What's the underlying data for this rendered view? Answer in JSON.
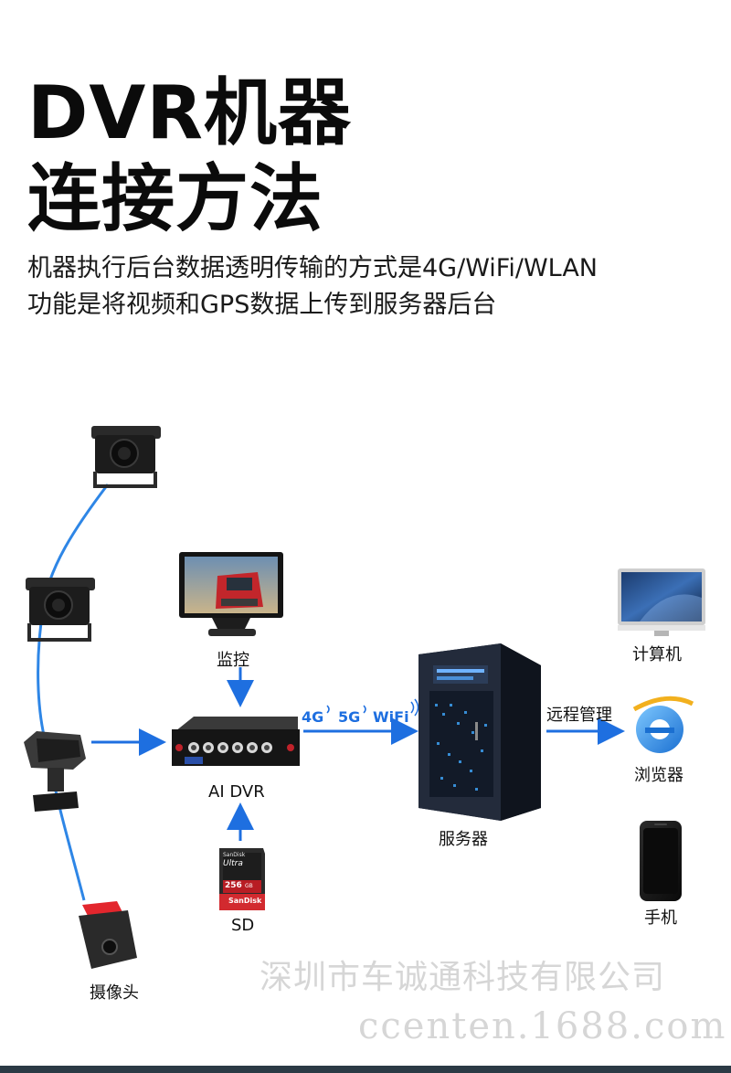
{
  "header": {
    "title_line1": "DVR机器",
    "title_line2": "连接方法",
    "subtitle_line1": "机器执行后台数据透明传输的方式是4G/WiFi/WLAN",
    "subtitle_line2": "功能是将视频和GPS数据上传到服务器后台"
  },
  "diagram": {
    "monitor_label": "监控",
    "dvr_label": "AI DVR",
    "sd_label": "SD",
    "server_label": "服务器",
    "remote_label": "远程管理",
    "computer_label": "计算机",
    "browser_label": "浏览器",
    "phone_label": "手机",
    "camera_label": "摄像头",
    "protocols": [
      "4G",
      "5G",
      "WiFi"
    ],
    "sd_card": {
      "brand_top": "SanDisk",
      "model": "Ultra",
      "capacity": "256",
      "unit": "GB",
      "brand_bottom": "SanDisk"
    }
  },
  "watermark": {
    "company": "深圳市车诚通科技有限公司",
    "site": "ccenten.1688.com"
  },
  "colors": {
    "arrow": "#1e6fe0",
    "wire": "#2e86e6",
    "device_dark": "#1a1a1a"
  }
}
